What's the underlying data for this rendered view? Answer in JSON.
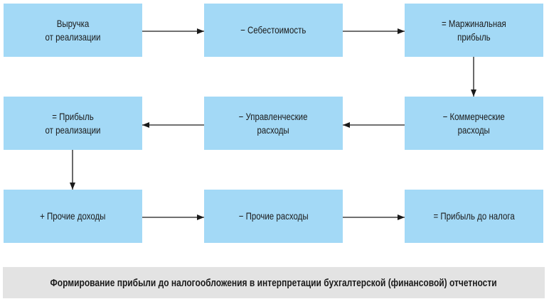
{
  "boxes": [
    {
      "label": "Выручка\nот реализации"
    },
    {
      "label": "−  Себестоимость"
    },
    {
      "label": "=  Маржинальная\nприбыль"
    },
    {
      "label": "−  Коммерческие\nрасходы"
    },
    {
      "label": "−  Управленческие\nрасходы"
    },
    {
      "label": "=  Прибыль\nот реализации"
    },
    {
      "label": "+  Прочие доходы"
    },
    {
      "label": "−  Прочие расходы"
    },
    {
      "label": "=  Прибыль до налога"
    }
  ],
  "caption": "Формирование прибыли до налогообложения в интерпретации бухгалтерской (финансовой) отчетности",
  "colors": {
    "box": "#a3d9f6",
    "caption_bg": "#e3e3e3",
    "arrow": "#1a1a1a"
  }
}
